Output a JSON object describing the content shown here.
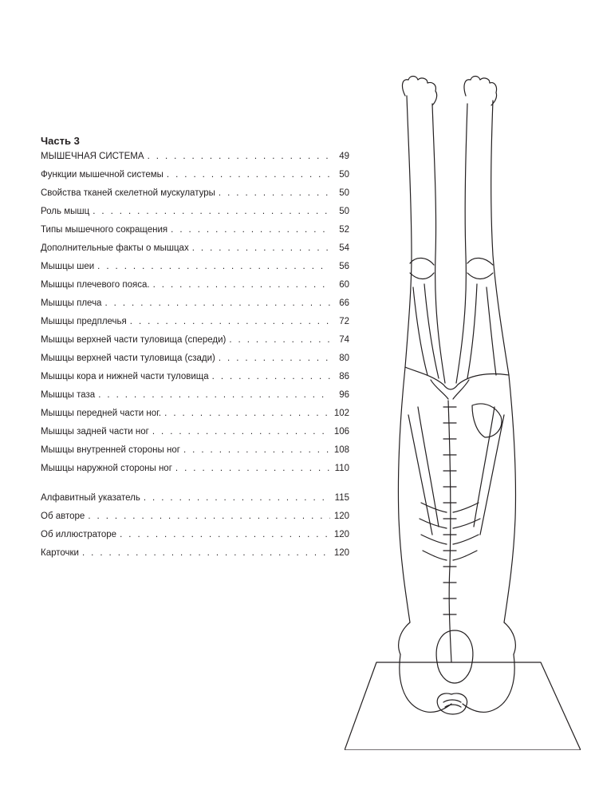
{
  "toc": {
    "part_title": "Часть 3",
    "entries": [
      {
        "label": "МЫШЕЧНАЯ СИСТЕМА",
        "page": "49"
      },
      {
        "label": "Функции мышечной системы",
        "page": "50"
      },
      {
        "label": "Свойства тканей скелетной мускулатуры",
        "page": "50"
      },
      {
        "label": "Роль мышц",
        "page": "50"
      },
      {
        "label": "Типы мышечного сокращения",
        "page": "52"
      },
      {
        "label": "Дополнительные факты о мышцах",
        "page": "54"
      },
      {
        "label": "Мышцы шеи",
        "page": "56"
      },
      {
        "label": "Мышцы плечевого пояса.",
        "page": "60"
      },
      {
        "label": "Мышцы плеча",
        "page": "66"
      },
      {
        "label": "Мышцы предплечья",
        "page": "72"
      },
      {
        "label": "Мышцы верхней части туловища (спереди)",
        "page": "74"
      },
      {
        "label": "Мышцы верхней части туловища (сзади)",
        "page": "80"
      },
      {
        "label": "Мышцы кора и нижней части туловища",
        "page": "86"
      },
      {
        "label": "Мышцы таза",
        "page": "96"
      },
      {
        "label": "Мышцы передней части ног.",
        "page": "102"
      },
      {
        "label": "Мышцы задней части ног",
        "page": "106"
      },
      {
        "label": "Мышцы внутренней стороны ног",
        "page": "108"
      },
      {
        "label": "Мышцы наружной стороны ног",
        "page": "110"
      }
    ],
    "appendix": [
      {
        "label": "Алфавитный указатель",
        "page": "115"
      },
      {
        "label": "Об авторе",
        "page": "120"
      },
      {
        "label": "Об иллюстраторе",
        "page": "120"
      },
      {
        "label": "Карточки",
        "page": "120"
      }
    ]
  },
  "illustration": {
    "icon": "headstand-anatomy-illustration",
    "line_color": "#231f20"
  }
}
